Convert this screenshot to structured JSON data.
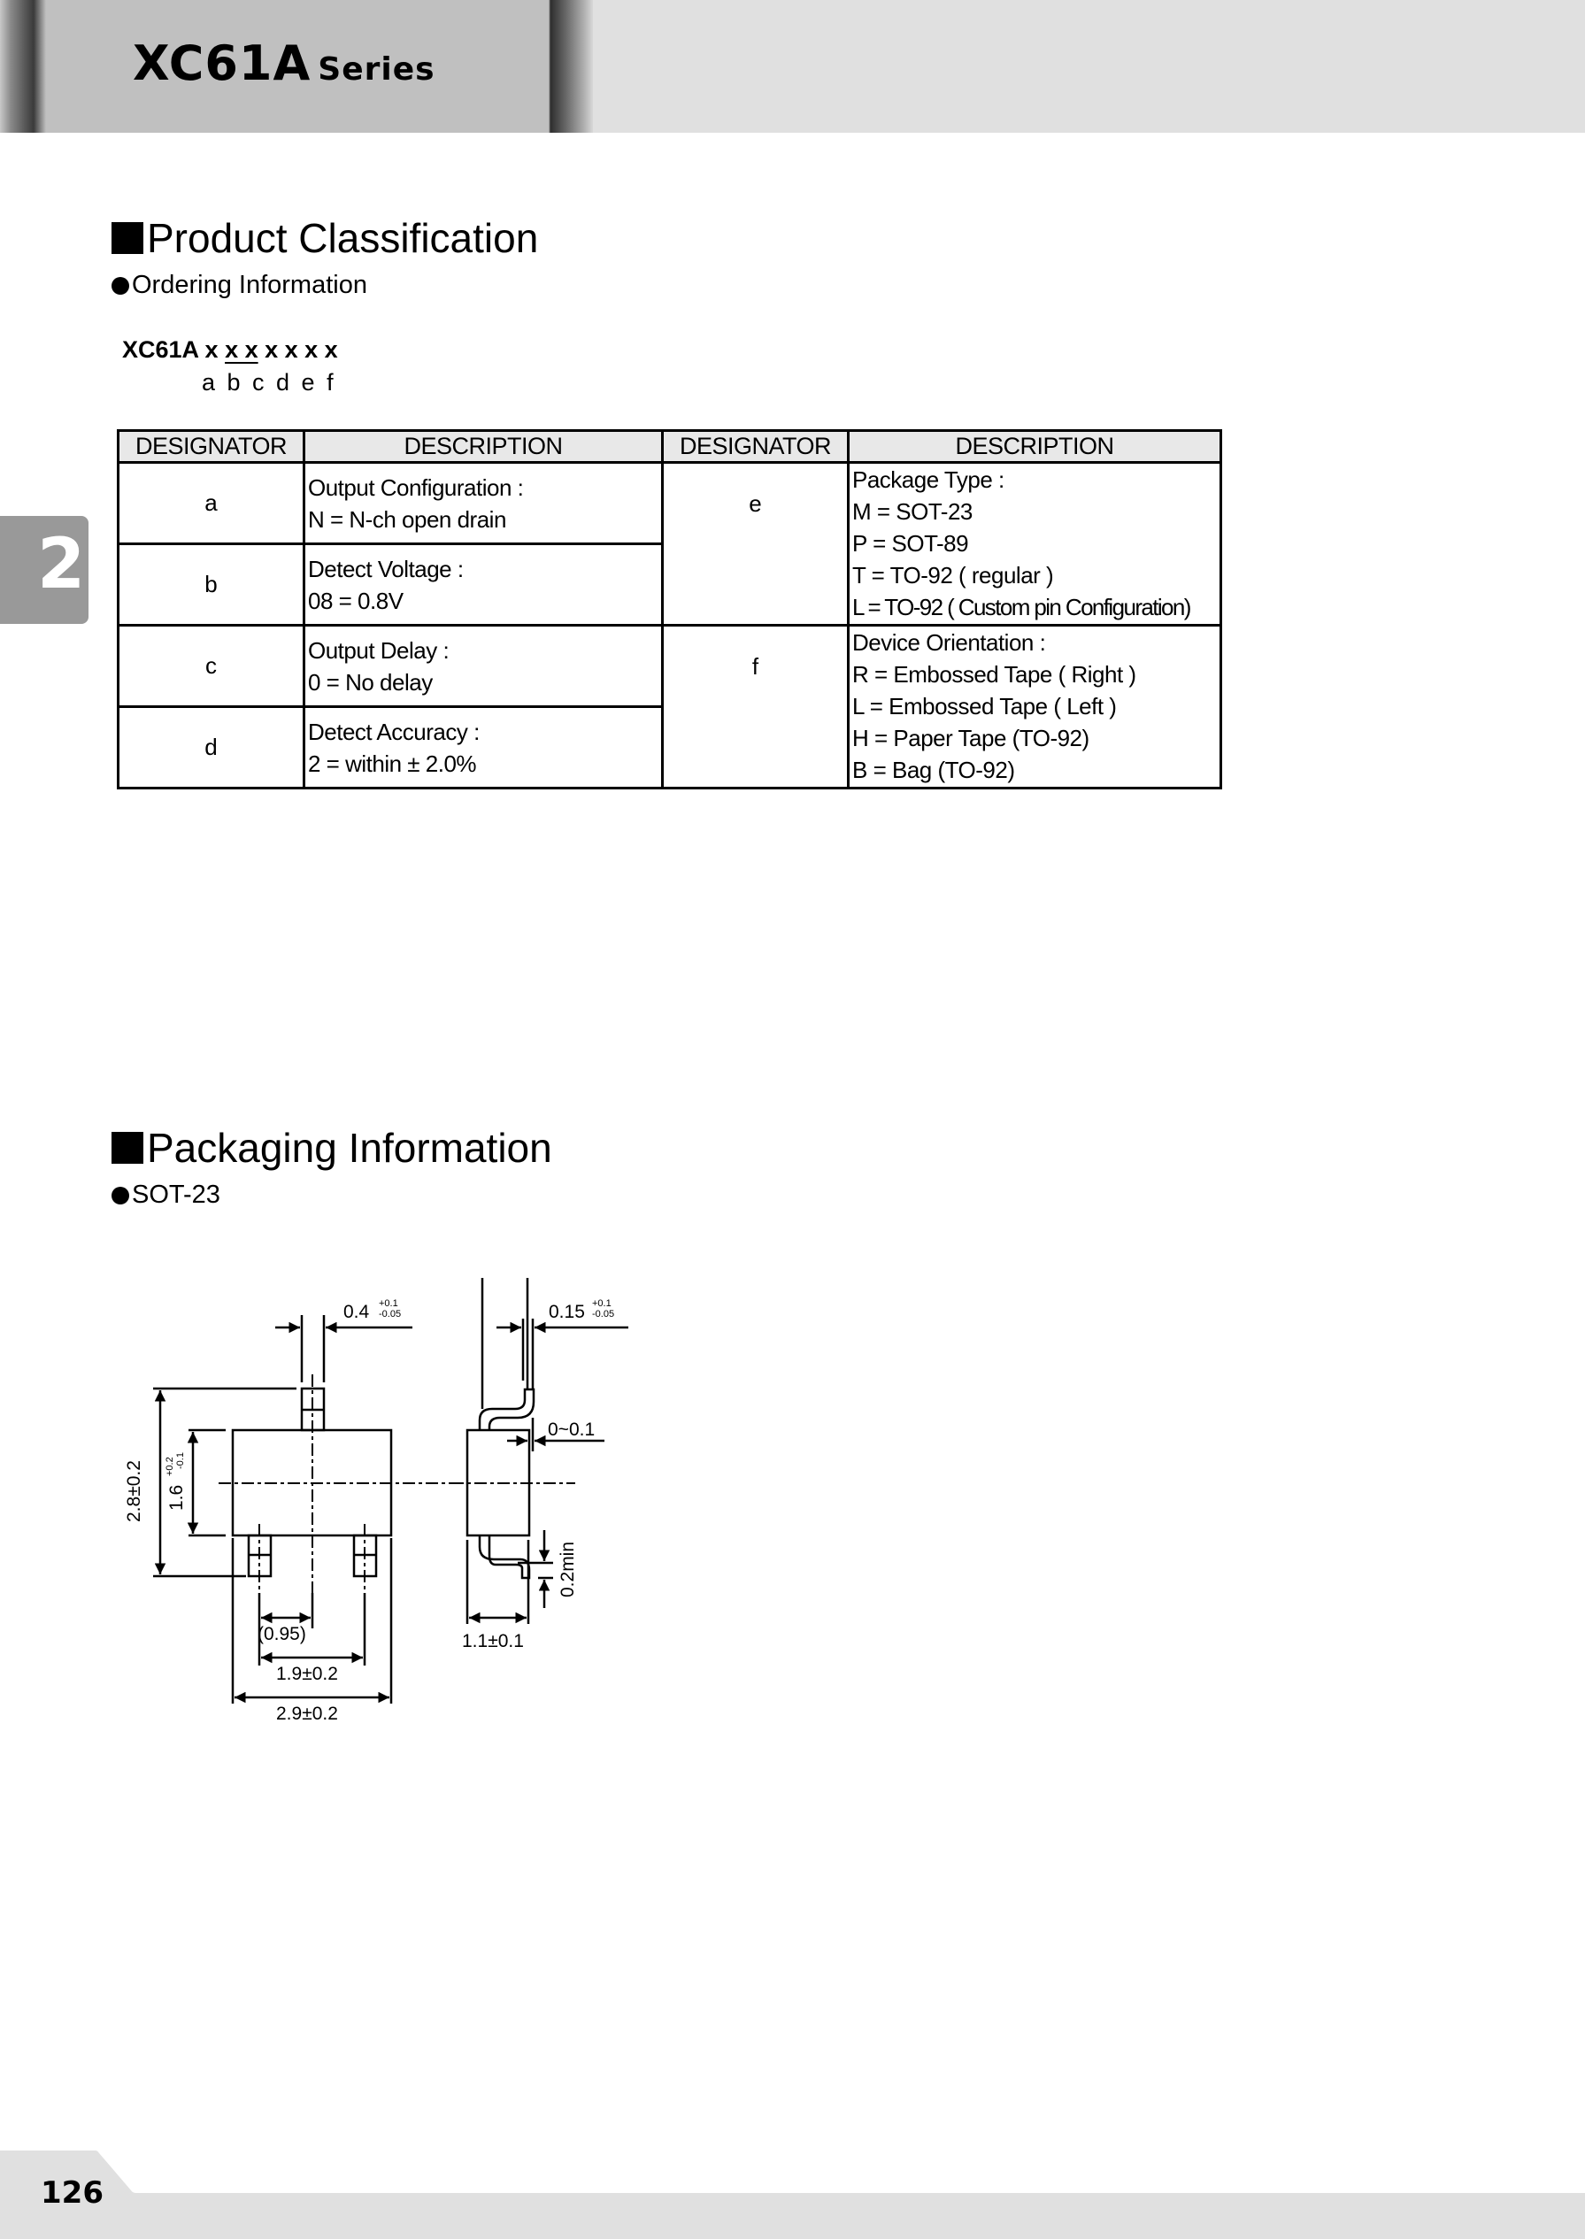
{
  "header": {
    "title": "XC61A",
    "series": "Series"
  },
  "chapter_tab": "2",
  "product_classification": {
    "heading": "Product Classification",
    "subheading": "Ordering Information",
    "code_prefix": "XC61A x ",
    "code_underlined": "x x",
    "code_rest": " x x x x",
    "code_letters": "a b c d e f",
    "table": {
      "headers": [
        "DESIGNATOR",
        "DESCRIPTION",
        "DESIGNATOR",
        "DESCRIPTION"
      ],
      "left_rows": [
        {
          "designator": "a",
          "lines": [
            "Output Configuration :",
            "N = N-ch open drain"
          ]
        },
        {
          "designator": "b",
          "lines": [
            "Detect Voltage :",
            "08 = 0.8V"
          ]
        },
        {
          "designator": "c",
          "lines": [
            "Output Delay :",
            "0 = No delay"
          ]
        },
        {
          "designator": "d",
          "lines": [
            "Detect Accuracy :",
            "2 =  within  ± 2.0%"
          ]
        }
      ],
      "right_rows": [
        {
          "designator": "e",
          "lines": [
            "Package Type :",
            "M = SOT-23",
            "P = SOT-89",
            "T = TO-92 ( regular )",
            "L = TO-92 ( Custom pin Configuration)"
          ]
        },
        {
          "designator": "f",
          "lines": [
            "Device Orientation :",
            "R = Embossed Tape ( Right )",
            "L = Embossed Tape ( Left )",
            "H = Paper Tape (TO-92)",
            "B = Bag (TO-92)"
          ]
        }
      ]
    }
  },
  "packaging_information": {
    "heading": "Packaging Information",
    "subheading": "SOT-23",
    "dimensions": {
      "lead_width": "0.4",
      "lead_width_tol_plus": "+0.1",
      "lead_width_tol_minus": "-0.05",
      "lead_thickness": "0.15",
      "lead_thickness_tol_plus": "+0.1",
      "lead_thickness_tol_minus": "-0.05",
      "standoff": "0~0.1",
      "overall_height": "2.8±0.2",
      "body_height": "1.6",
      "body_height_tol_plus": "+0.2",
      "body_height_tol_minus": "-0.1",
      "pitch": "(0.95)",
      "lead_span": "1.9±0.2",
      "body_length": "2.9±0.2",
      "body_thickness": "1.1±0.1",
      "foot_length": "0.2min"
    }
  },
  "footer": {
    "page_number": "126"
  }
}
